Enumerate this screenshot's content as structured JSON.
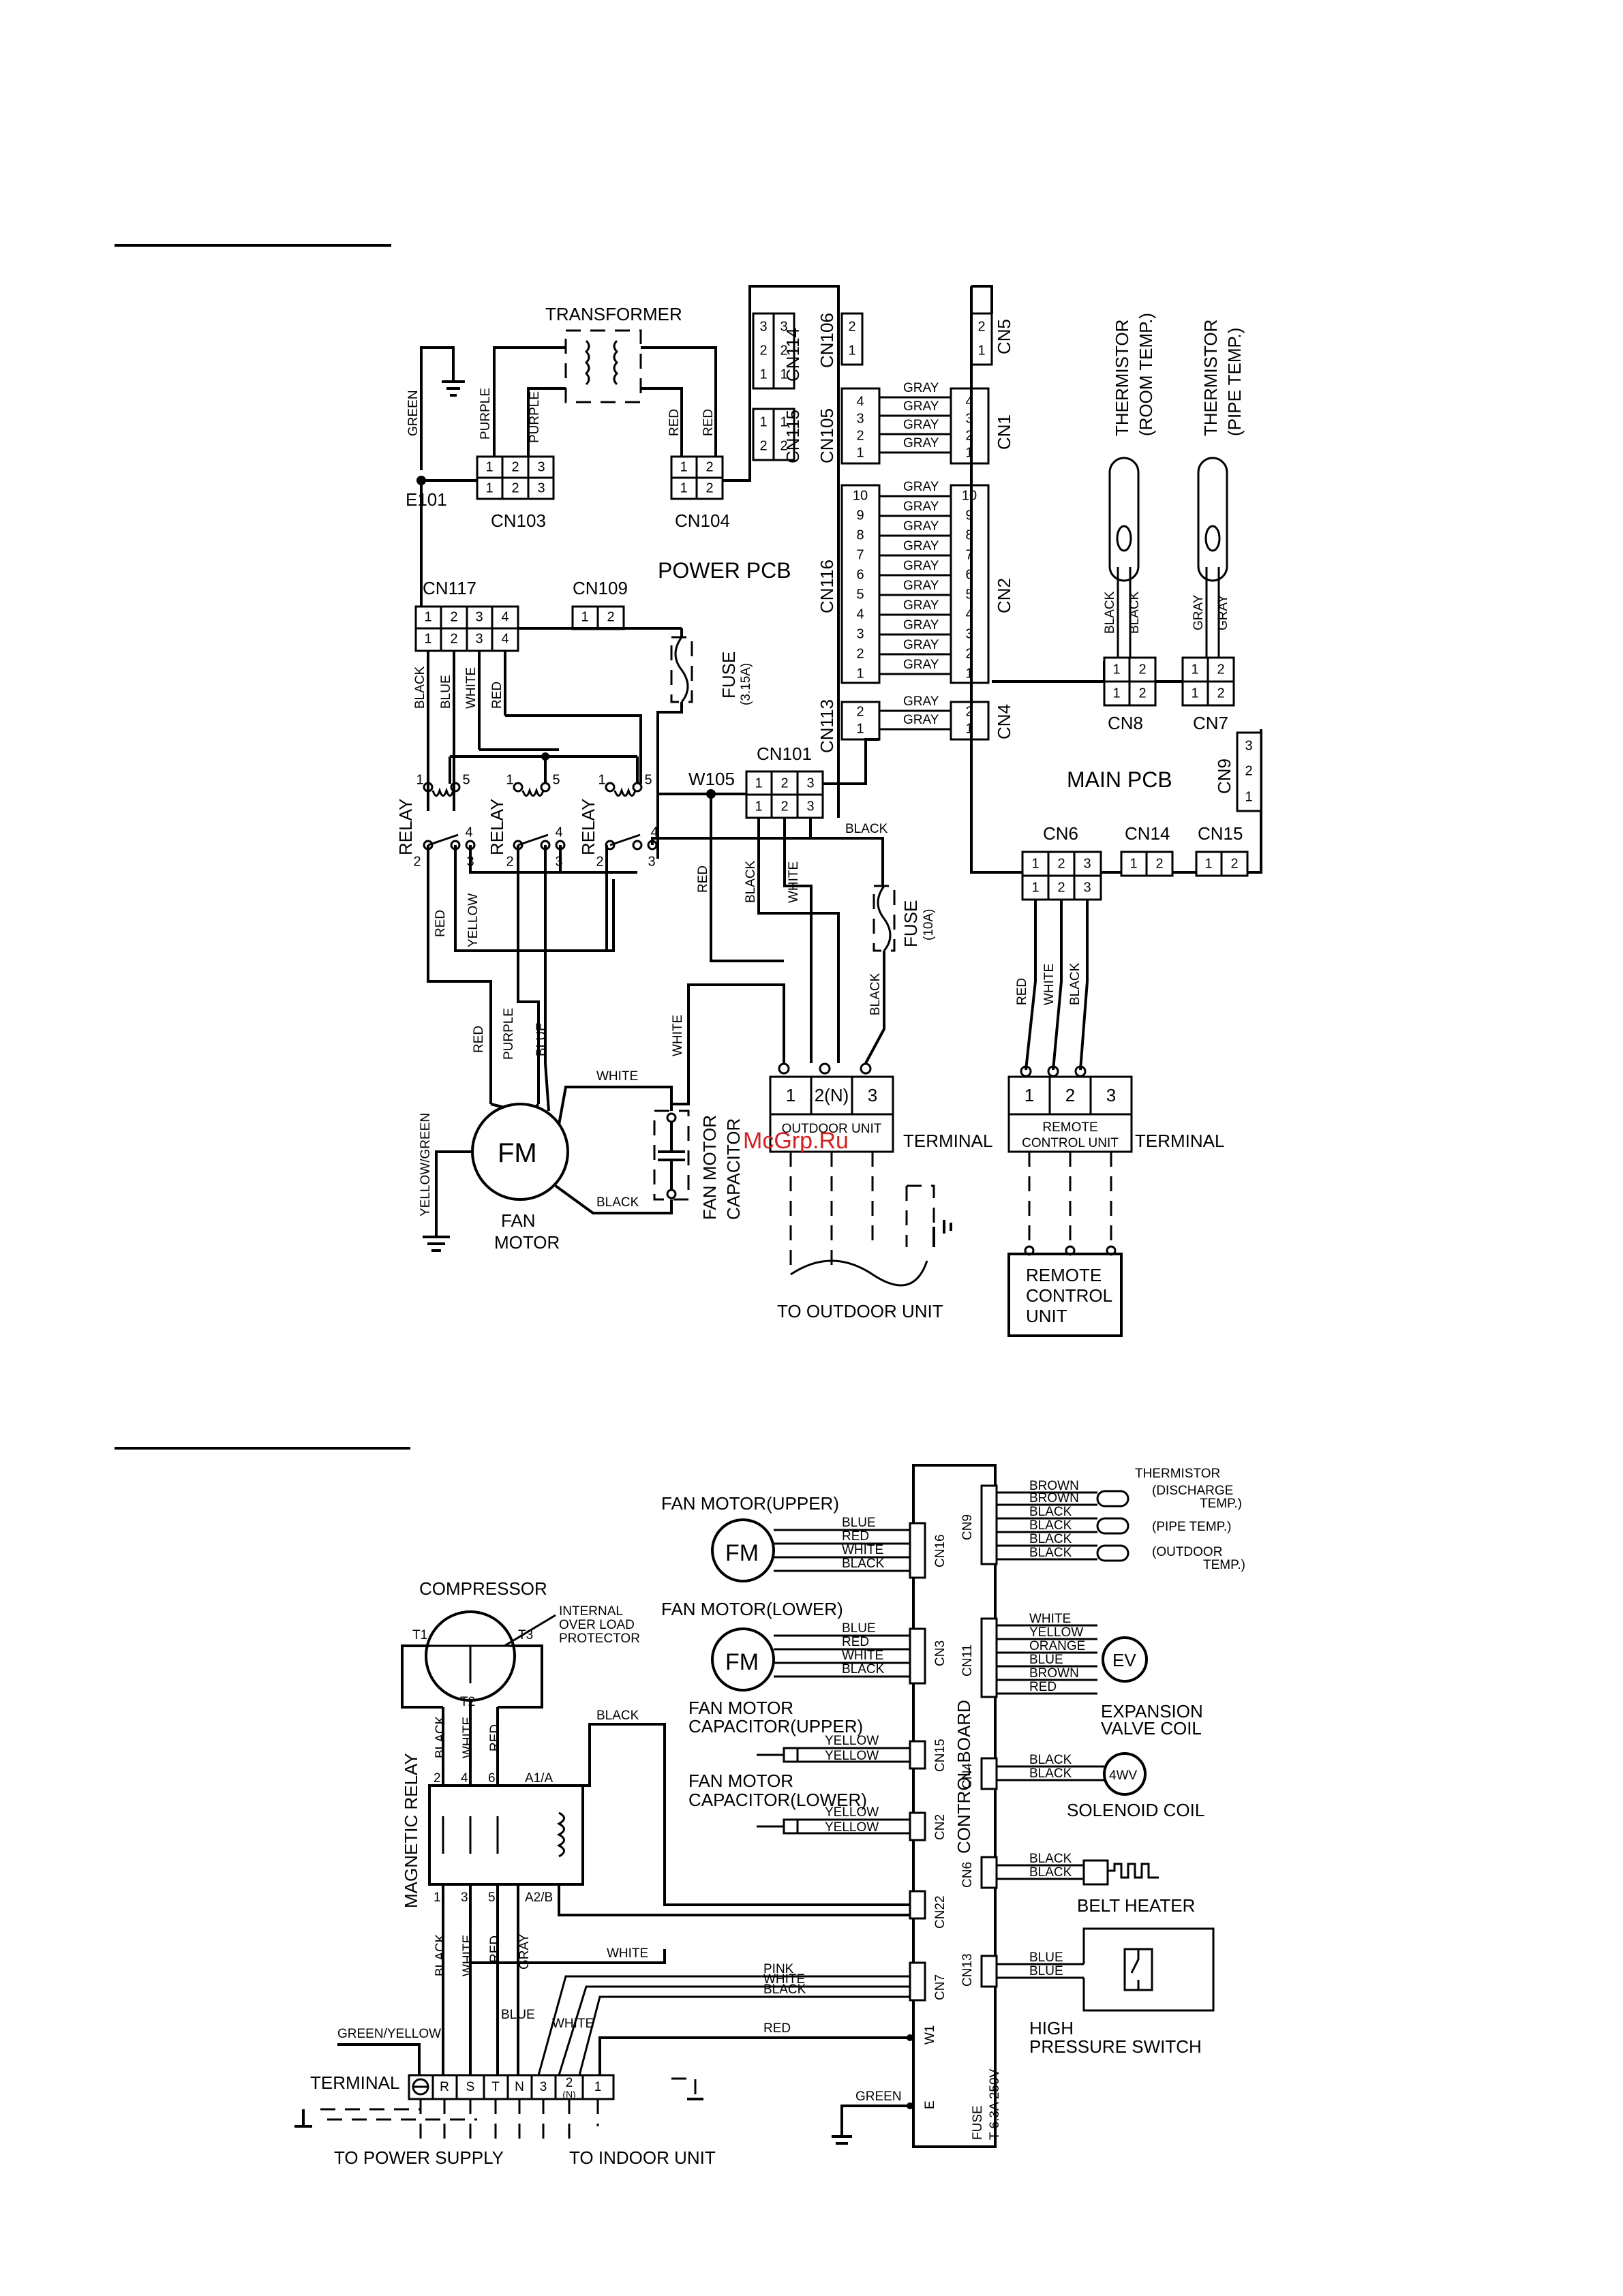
{
  "watermark": "McGrp.Ru",
  "indoor": {
    "transformer": "TRANSFORMER",
    "power_pcb": "POWER PCB",
    "main_pcb": "MAIN PCB",
    "fuse_small": "FUSE",
    "fuse_small_rating": "(3.15A)",
    "fuse_big": "FUSE",
    "fuse_big_rating": "(10A)",
    "relay": "RELAY",
    "e101": "E101",
    "w105": "W105",
    "fan_motor": [
      "FAN",
      "MOTOR"
    ],
    "fm": "FM",
    "fan_motor_capacitor": [
      "FAN MOTOR",
      "CAPACITOR"
    ],
    "outdoor_unit_box": "OUTDOOR UNIT",
    "terminal": "TERMINAL",
    "remote_control_unit_box": [
      "REMOTE",
      "CONTROL UNIT"
    ],
    "to_outdoor_unit": "TO OUTDOOR UNIT",
    "remote_control_unit": [
      "REMOTE",
      "CONTROL",
      "UNIT"
    ],
    "thermistor_room": [
      "THERMISTOR",
      "(ROOM TEMP.)"
    ],
    "thermistor_pipe": [
      "THERMISTOR",
      "(PIPE TEMP.)"
    ],
    "connectors": {
      "cn103": "CN103",
      "cn104": "CN104",
      "cn115": "CN115",
      "cn114": "CN114",
      "cn106": "CN106",
      "cn105": "CN105",
      "cn116": "CN116",
      "cn113": "CN113",
      "cn117": "CN117",
      "cn109": "CN109",
      "cn101": "CN101",
      "cn5": "CN5",
      "cn1": "CN1",
      "cn2": "CN2",
      "cn4": "CN4",
      "cn8": "CN8",
      "cn7": "CN7",
      "cn9": "CN9",
      "cn6": "CN6",
      "cn14": "CN14",
      "cn15": "CN15"
    },
    "terminal_pins_outdoor": [
      "1",
      "2(N)",
      "3"
    ],
    "terminal_pins_remote": [
      "1",
      "2",
      "3"
    ],
    "wires": {
      "green": "GREEN",
      "purple": "PURPLE",
      "red": "RED",
      "gray": "GRAY",
      "black": "BLACK",
      "blue": "BLUE",
      "white": "WHITE",
      "yellow": "YELLOW",
      "yellow_green": "YELLOW/GREEN"
    }
  },
  "outdoor": {
    "compressor": "COMPRESSOR",
    "overload": [
      "INTERNAL",
      "OVER LOAD",
      "PROTECTOR"
    ],
    "magnetic_relay": "MAGNETIC RELAY",
    "fan_motor_upper": "FAN MOTOR(UPPER)",
    "fan_motor_lower": "FAN MOTOR(LOWER)",
    "cap_upper": [
      "FAN MOTOR",
      "CAPACITOR(UPPER)"
    ],
    "cap_lower": [
      "FAN MOTOR",
      "CAPACITOR(LOWER)"
    ],
    "control_board": "CONTROL BOARD",
    "fuse": [
      "FUSE",
      "T 6.3A 250V"
    ],
    "thermistor": "THERMISTOR",
    "discharge_temp": [
      "(DISCHARGE",
      "TEMP.)"
    ],
    "pipe_temp": "(PIPE TEMP.)",
    "outdoor_temp": [
      "(OUTDOOR",
      "TEMP.)"
    ],
    "ev": "EV",
    "expansion_valve": [
      "EXPANSION",
      "VALVE COIL"
    ],
    "fourwv": "4WV",
    "solenoid": "SOLENOID COIL",
    "belt_heater": "BELT HEATER",
    "hps": [
      "HIGH",
      "PRESSURE SWITCH"
    ],
    "terminal": "TERMINAL",
    "green_yellow": "GREEN/YELLOW",
    "to_power_supply": "TO POWER SUPPLY",
    "to_indoor_unit": "TO INDOOR UNIT",
    "terminal_pins": [
      "R",
      "S",
      "T",
      "N",
      "3",
      "2",
      "1"
    ],
    "terminal_n_sub": "(N)",
    "t_labels": [
      "T1",
      "T2",
      "T3"
    ],
    "relay_pins_top": [
      "2",
      "4",
      "6",
      "A1/A"
    ],
    "relay_pins_bottom": [
      "1",
      "3",
      "5",
      "A2/B"
    ],
    "w1": "W1",
    "e": "E",
    "connectors": {
      "cn16": "CN16",
      "cn3": "CN3",
      "cn15": "CN15",
      "cn2": "CN2",
      "cn22": "CN22",
      "cn7": "CN7",
      "cn9": "CN9",
      "cn11": "CN11",
      "cn4": "CN4",
      "cn6": "CN6",
      "cn13": "CN13"
    },
    "wires": {
      "blue": "BLUE",
      "red": "RED",
      "white": "WHITE",
      "black": "BLACK",
      "yellow": "YELLOW",
      "pink": "PINK",
      "gray": "GRAY",
      "green": "GREEN",
      "brown": "BROWN",
      "orange": "ORANGE"
    }
  }
}
